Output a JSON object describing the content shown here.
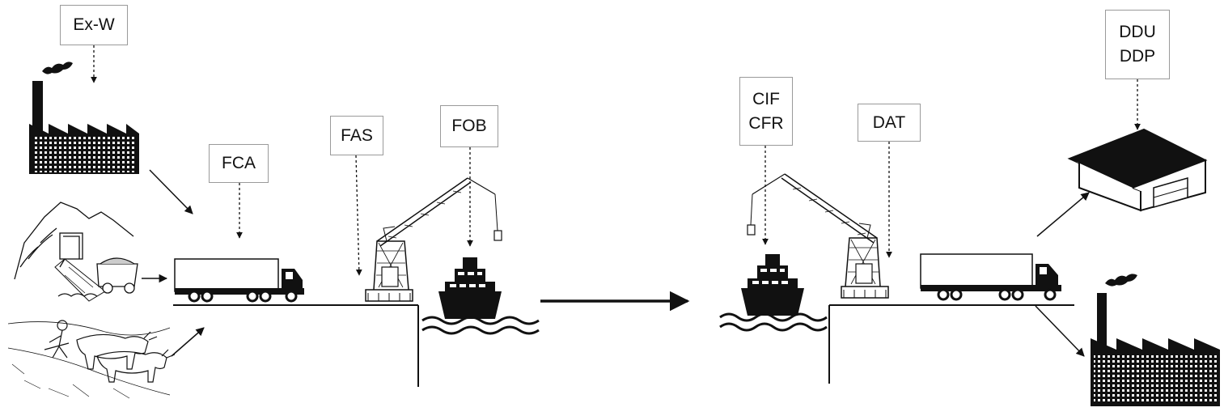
{
  "diagram": {
    "origin": {
      "box_label": "Ex-W",
      "sources": [
        "factory-icon",
        "mine-icon",
        "ox-plough-icon"
      ]
    },
    "export_side": {
      "terms": [
        {
          "key": "fca",
          "label": "FCA",
          "points_to": "truck-icon"
        },
        {
          "key": "fas",
          "label": "FAS",
          "points_to": "quay-icon"
        },
        {
          "key": "fob",
          "label": "FOB",
          "points_to": "ship-icon"
        }
      ]
    },
    "import_side": {
      "term_pair": [
        "CIF",
        "CFR"
      ],
      "dat": {
        "label": "DAT",
        "points_to": "quay-icon"
      }
    },
    "destination": {
      "term_pair": [
        "DDU",
        "DDP"
      ],
      "targets": [
        "warehouse-icon",
        "factory-icon"
      ]
    },
    "colors": {
      "ink": "#111111",
      "box_border": "#9a9a9a",
      "background": "#ffffff"
    }
  }
}
